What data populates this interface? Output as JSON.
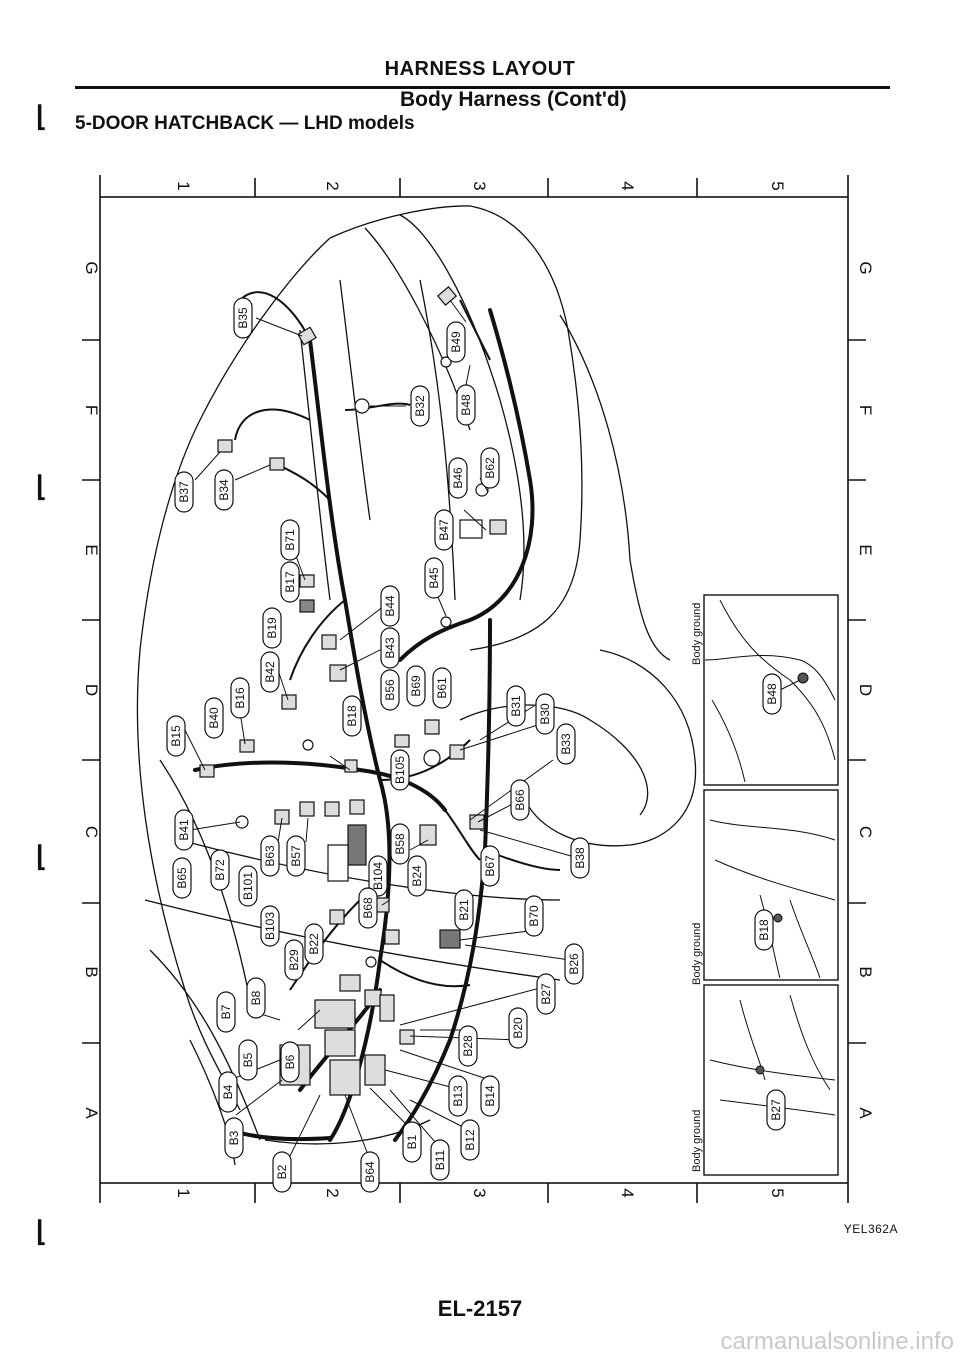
{
  "header": {
    "title": "HARNESS LAYOUT",
    "subtitle": "Body Harness (Cont'd)",
    "section": "5-DOOR HATCHBACK — LHD models"
  },
  "grid": {
    "columns": [
      "1",
      "2",
      "3",
      "4",
      "5"
    ],
    "rows": [
      "G",
      "F",
      "E",
      "D",
      "C",
      "B",
      "A"
    ]
  },
  "connectors": {
    "B35": "B35",
    "B49": "B49",
    "B48": "B48",
    "B32": "B32",
    "B46": "B46",
    "B62": "B62",
    "B37": "B37",
    "B34": "B34",
    "B71": "B71",
    "B47": "B47",
    "B17": "B17",
    "B19": "B19",
    "B45": "B45",
    "B44": "B44",
    "B43": "B43",
    "B42": "B42",
    "B16": "B16",
    "B40": "B40",
    "B15": "B15",
    "B18": "B18",
    "B56": "B56",
    "B69": "B69",
    "B61": "B61",
    "B31": "B31",
    "B30": "B30",
    "B33": "B33",
    "B105": "B105",
    "B66": "B66",
    "B41": "B41",
    "B65": "B65",
    "B72": "B72",
    "B63": "B63",
    "B57": "B57",
    "B58": "B58",
    "B104": "B104",
    "B24": "B24",
    "B67": "B67",
    "B38": "B38",
    "B101": "B101",
    "B103": "B103",
    "B68": "B68",
    "B21": "B21",
    "B70": "B70",
    "B26": "B26",
    "B22": "B22",
    "B29": "B29",
    "B27": "B27",
    "B8": "B8",
    "B7": "B7",
    "B20": "B20",
    "B5": "B5",
    "B6": "B6",
    "B28": "B28",
    "B4": "B4",
    "B13": "B13",
    "B14": "B14",
    "B3": "B3",
    "B2": "B2",
    "B64": "B64",
    "B1": "B1",
    "B11": "B11",
    "B12": "B12"
  },
  "insets": {
    "ground_label": "Body ground",
    "top_connector": "B48",
    "middle_connector": "B18",
    "bottom_connector": "B27"
  },
  "figure_ref": "YEL362A",
  "page_number": "EL-2157",
  "watermark": "carmanualsonline.info"
}
